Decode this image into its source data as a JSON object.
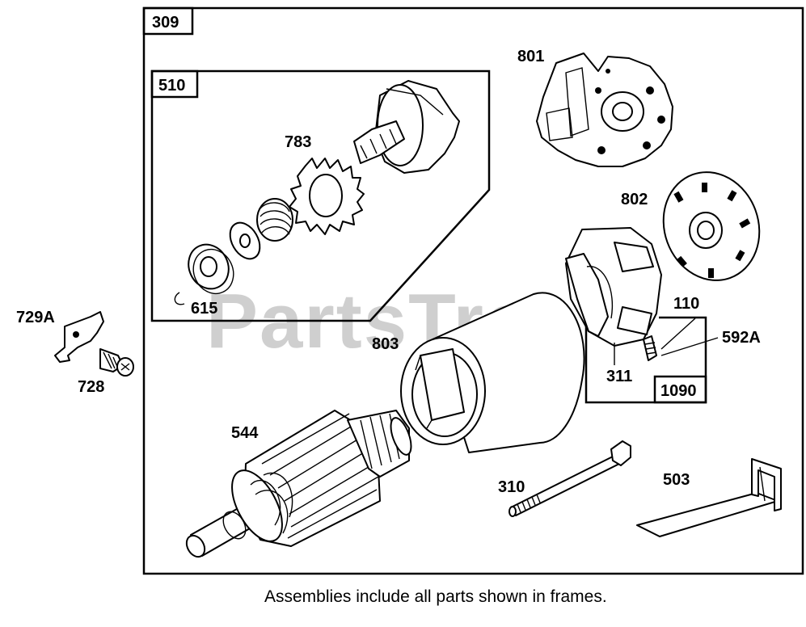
{
  "watermark": "PartsTree",
  "caption": "Assemblies include all parts shown in frames.",
  "frames": {
    "main": "309",
    "starter_drive": "510",
    "brush_kit": "1090"
  },
  "part_labels": {
    "p801": "801",
    "p802": "802",
    "p783": "783",
    "p615": "615",
    "p729a": "729A",
    "p728": "728",
    "p803": "803",
    "p110": "110",
    "p592a": "592A",
    "p311": "311",
    "p544": "544",
    "p310": "310",
    "p503": "503"
  }
}
